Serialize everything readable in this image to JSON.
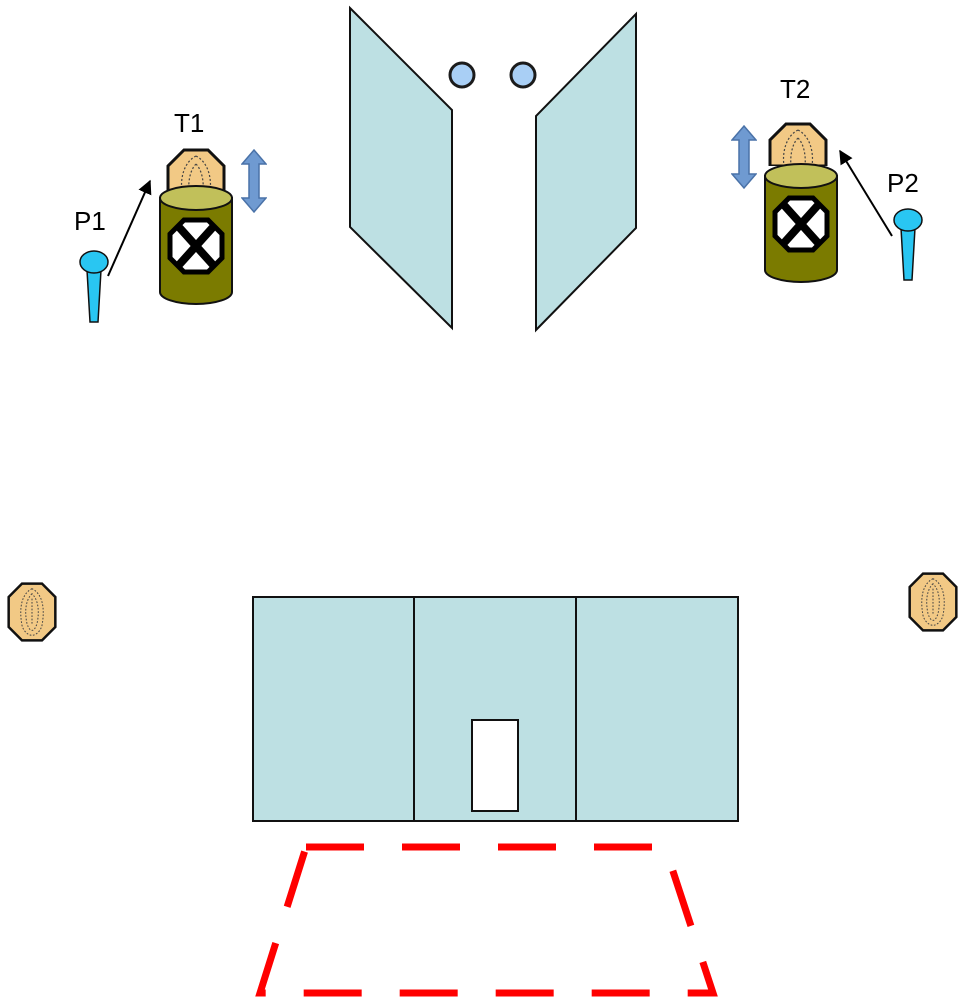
{
  "labels": {
    "target1": "T1",
    "target2": "T2",
    "prop1": "P1",
    "prop2": "P2"
  },
  "colors": {
    "panel": "#bde0e3",
    "outline": "#111111",
    "circle": "#a9cff5",
    "circle_outline": "#1b1b1b",
    "barrel": "#7b7b00",
    "barrel_top": "#c1c05a",
    "target_face": "#f2c985",
    "prop": "#29c6f2",
    "double_arrow": "#6f9ad1",
    "fault_line": "#ff0000",
    "door": "#ffffff"
  },
  "icons": {
    "target": "octagon-target-icon",
    "no_shoot": "x-octagon-icon",
    "prop": "popper-prop-icon",
    "move": "up-down-arrow-icon"
  }
}
